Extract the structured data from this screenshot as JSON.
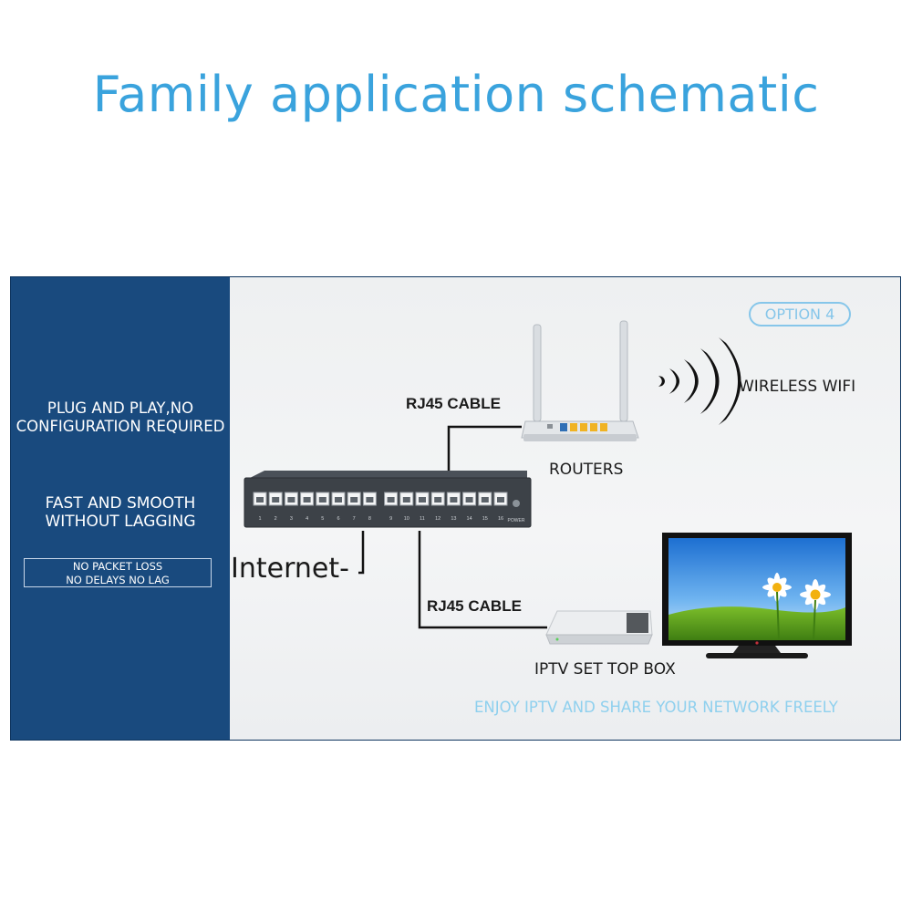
{
  "title": "Family application schematic",
  "left_panel": {
    "feature_1": "PLUG AND PLAY,NO\nCONFIGURATION REQUIRED",
    "feature_2": "FAST AND SMOOTH\nWITHOUT LAGGING",
    "feature_3": "NO PACKET LOSS\nNO DELAYS NO LAG"
  },
  "diagram": {
    "option_badge": "OPTION 4",
    "wifi_label": "WIRELESS WIFI",
    "router_label": "ROUTERS",
    "cable_label_top": "RJ45 CABLE",
    "cable_label_bottom": "RJ45 CABLE",
    "internet_label": "Internet-",
    "stb_label": "IPTV SET TOP BOX",
    "footer": "ENJOY IPTV AND SHARE YOUR NETWORK FREELY",
    "switch_ports": [
      "1",
      "2",
      "3",
      "4",
      "5",
      "6",
      "7",
      "8",
      "9",
      "10",
      "11",
      "12",
      "13",
      "14",
      "15",
      "16"
    ],
    "power_label": "POWER"
  },
  "colors": {
    "title": "#3aa3dd",
    "panel_blue": "#194a7e",
    "accent_light_blue": "#86c6ea"
  },
  "icons": [
    "wifi-waves-icon",
    "router-icon",
    "switch-icon",
    "set-top-box-icon",
    "tv-icon"
  ]
}
